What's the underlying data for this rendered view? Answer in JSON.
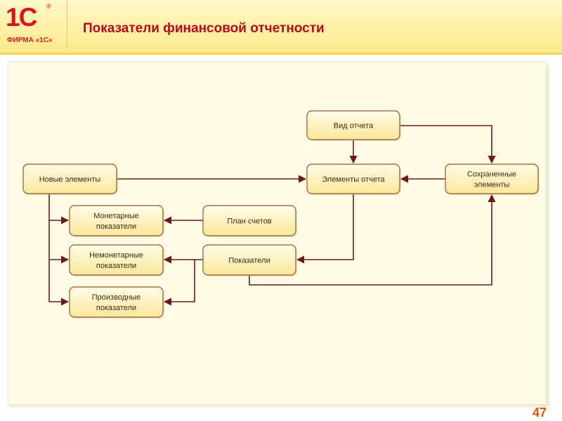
{
  "header": {
    "logo_mark": "1С",
    "logo_reg": "®",
    "logo_text": "ФИРМА «1С»",
    "title": "Показатели финансовой отчетности"
  },
  "diagram": {
    "nodes": [
      {
        "id": "vid-otcheta",
        "lines": [
          "Вид отчета"
        ]
      },
      {
        "id": "novye-elementy",
        "lines": [
          "Новые элементы"
        ]
      },
      {
        "id": "elementy-otcheta",
        "lines": [
          "Элементы отчета"
        ]
      },
      {
        "id": "sohranennye-elementy",
        "lines": [
          "Сохраненные",
          "элементы"
        ]
      },
      {
        "id": "monetarnye",
        "lines": [
          "Монетарные",
          "показатели"
        ]
      },
      {
        "id": "plan-schetov",
        "lines": [
          "План счетов"
        ]
      },
      {
        "id": "nemonetarnye",
        "lines": [
          "Немонетарные",
          "показатели"
        ]
      },
      {
        "id": "pokazateli",
        "lines": [
          "Показатели"
        ]
      },
      {
        "id": "proizvodnye",
        "lines": [
          "Производные",
          "показатели"
        ]
      }
    ]
  },
  "colors": {
    "title": "#b8081c",
    "logo": "#d8141c",
    "arrow": "#6b1a1a",
    "node_border": "#8c5a2a",
    "page_number": "#e05a00"
  },
  "page_number": "47"
}
